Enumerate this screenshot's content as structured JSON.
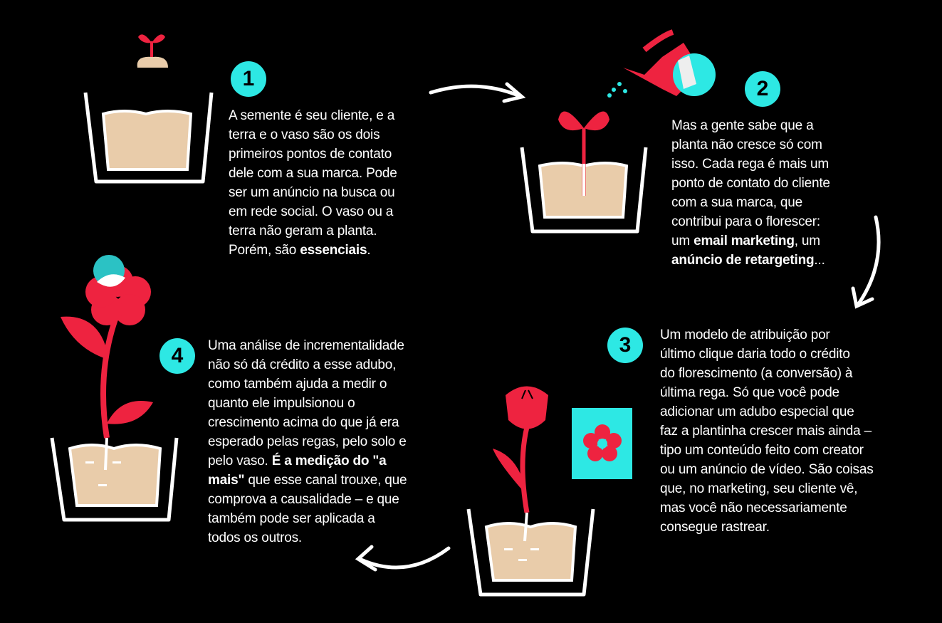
{
  "colors": {
    "accent_cyan": "#2de8e4",
    "accent_red": "#ee2340",
    "soil": "#e9ccaa",
    "background": "#000000"
  },
  "steps": [
    {
      "number": "1",
      "lines": [
        [
          {
            "t": "A semente é seu cliente, e a"
          }
        ],
        [
          {
            "t": "terra e o vaso são os dois"
          }
        ],
        [
          {
            "t": "primeiros pontos de contato"
          }
        ],
        [
          {
            "t": "dele com a sua marca. Pode"
          }
        ],
        [
          {
            "t": "ser um anúncio na busca ou"
          }
        ],
        [
          {
            "t": "em rede social. O vaso ou a"
          }
        ],
        [
          {
            "t": "terra não geram a planta."
          }
        ],
        [
          {
            "t": "Porém, são "
          },
          {
            "t": "essenciais",
            "b": true
          },
          {
            "t": "."
          }
        ]
      ]
    },
    {
      "number": "2",
      "lines": [
        [
          {
            "t": "Mas a gente sabe que a"
          }
        ],
        [
          {
            "t": "planta não cresce só com"
          }
        ],
        [
          {
            "t": "isso. Cada rega é mais um"
          }
        ],
        [
          {
            "t": "ponto de contato do cliente"
          }
        ],
        [
          {
            "t": "com a sua marca, que"
          }
        ],
        [
          {
            "t": "contribui para o florescer:"
          }
        ],
        [
          {
            "t": "um "
          },
          {
            "t": "email marketing",
            "b": true
          },
          {
            "t": ", um"
          }
        ],
        [
          {
            "t": "anúncio de retargeting",
            "b": true
          },
          {
            "t": "..."
          }
        ]
      ]
    },
    {
      "number": "3",
      "lines": [
        [
          {
            "t": "Um modelo de atribuição por"
          }
        ],
        [
          {
            "t": "último clique daria todo o crédito"
          }
        ],
        [
          {
            "t": "do florescimento (a conversão) à"
          }
        ],
        [
          {
            "t": "última rega. Só que você pode"
          }
        ],
        [
          {
            "t": "adicionar um adubo especial que"
          }
        ],
        [
          {
            "t": "faz a plantinha crescer mais ainda –"
          }
        ],
        [
          {
            "t": "tipo um conteúdo feito com creator"
          }
        ],
        [
          {
            "t": "ou um anúncio de vídeo. São coisas"
          }
        ],
        [
          {
            "t": "que, no marketing, seu cliente vê,"
          }
        ],
        [
          {
            "t": "mas você não necessariamente"
          }
        ],
        [
          {
            "t": "consegue rastrear."
          }
        ]
      ]
    },
    {
      "number": "4",
      "lines": [
        [
          {
            "t": "Uma análise de incrementalidade"
          }
        ],
        [
          {
            "t": "não só dá crédito a esse adubo,"
          }
        ],
        [
          {
            "t": "como também ajuda a medir o"
          }
        ],
        [
          {
            "t": "quanto ele impulsionou o"
          }
        ],
        [
          {
            "t": "crescimento acima do que já era"
          }
        ],
        [
          {
            "t": "esperado pelas regas, pelo solo e"
          }
        ],
        [
          {
            "t": "pelo vaso. "
          },
          {
            "t": "É a medição do \"a",
            "b": true
          }
        ],
        [
          {
            "t": "mais\"",
            "b": true
          },
          {
            "t": " que esse canal trouxe, que"
          }
        ],
        [
          {
            "t": "comprova a causalidade – e que"
          }
        ],
        [
          {
            "t": "também pode ser aplicada a"
          }
        ],
        [
          {
            "t": "todos os outros."
          }
        ]
      ]
    }
  ]
}
